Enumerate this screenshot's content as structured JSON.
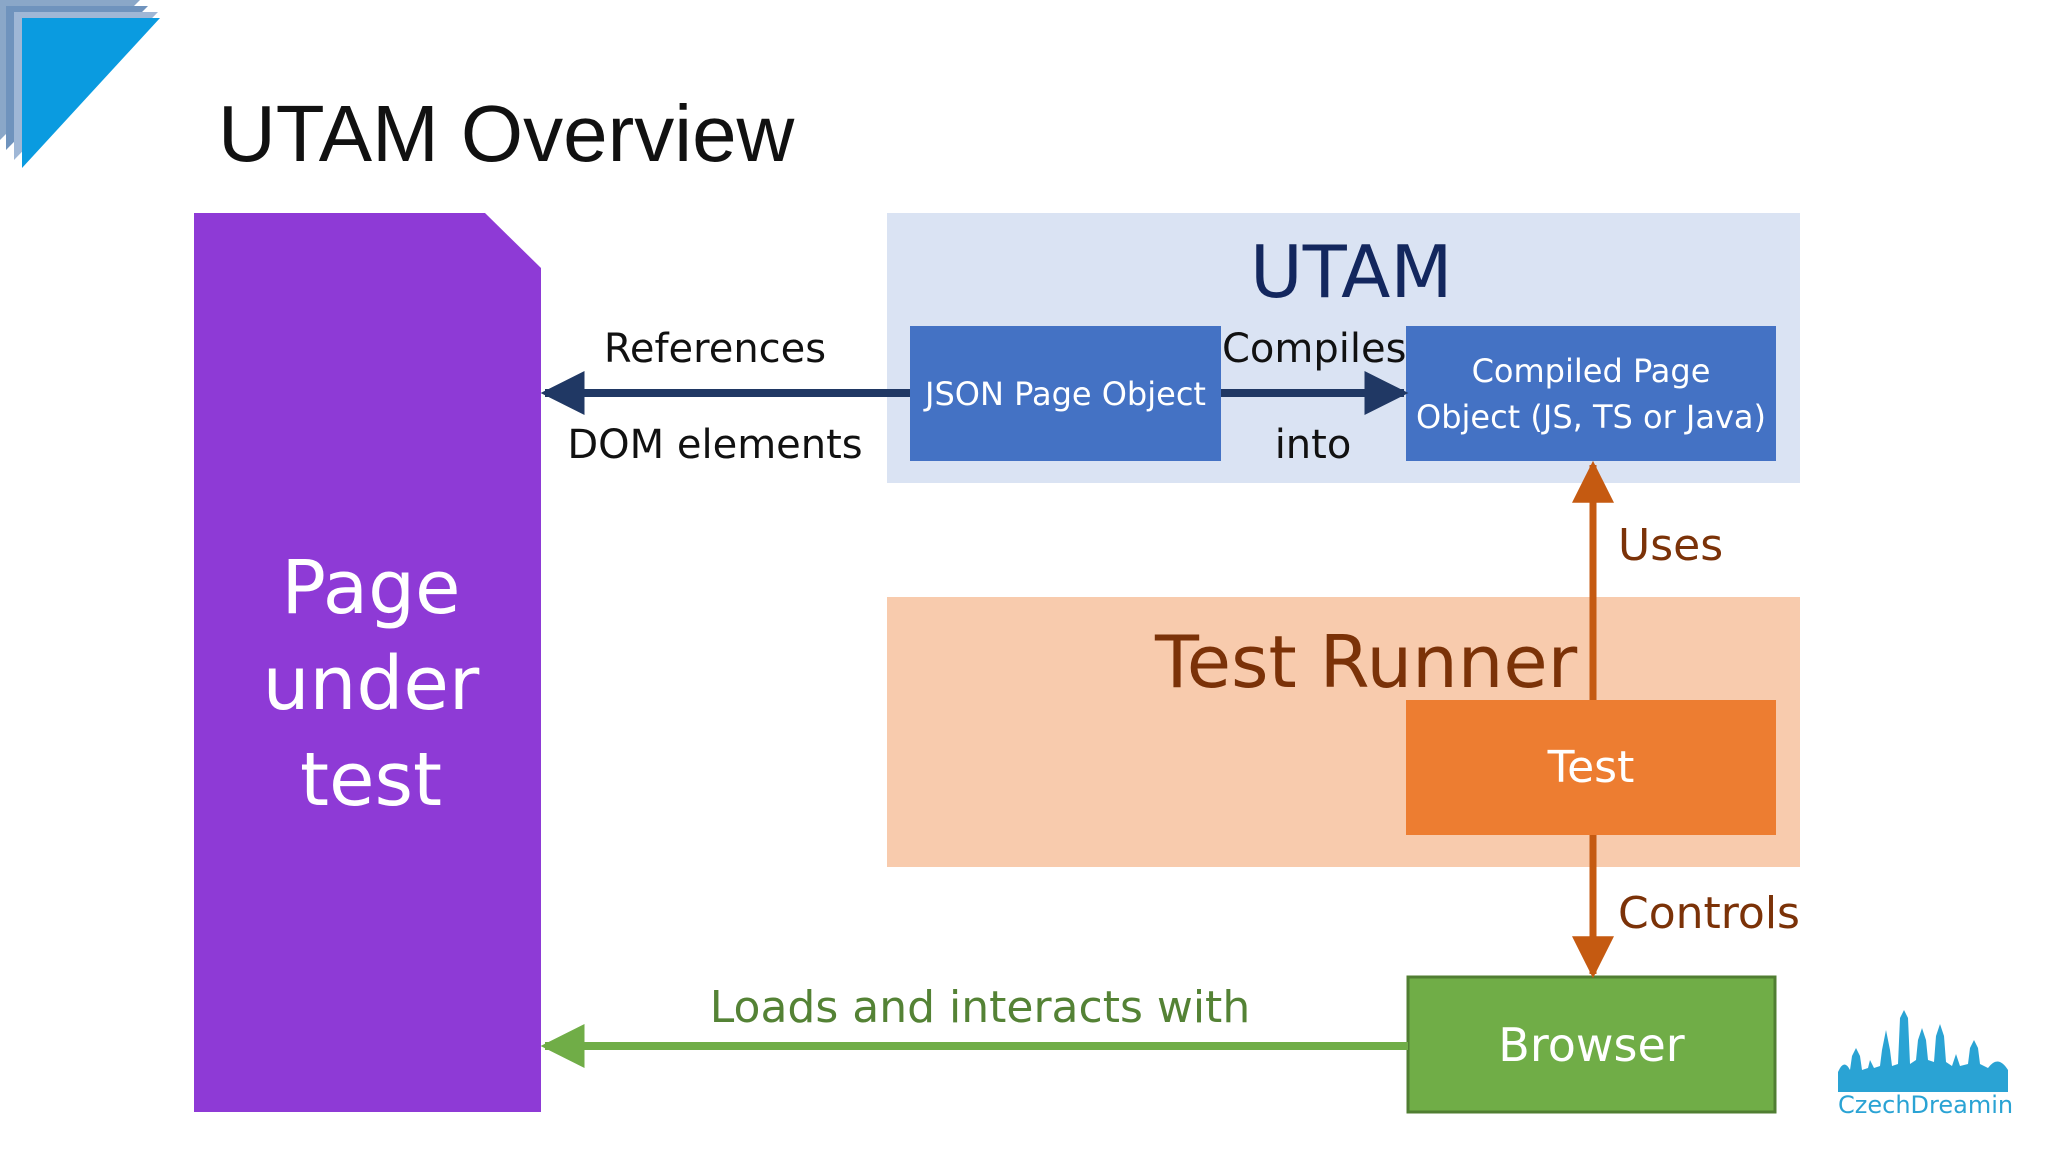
{
  "slide": {
    "title": "UTAM Overview"
  },
  "colors": {
    "purple": "#8e3ad6",
    "utam_panel": "#dae3f3",
    "blue_box": "#4472c4",
    "navy": "#203864",
    "runner_panel": "#f8cbad",
    "orange_box": "#ed7d31",
    "orange_arrow": "#c55a11",
    "green_box": "#70ad47",
    "green_border": "#507e32",
    "logo_blue": "#2aa3d4",
    "corner_blue": "#0a9be0"
  },
  "diagram": {
    "page_under_test": {
      "lines": [
        "Page",
        "under",
        "test"
      ]
    },
    "utam": {
      "title": "UTAM",
      "json_page_object": "JSON Page Object",
      "compiled_page_object": {
        "line1": "Compiled Page",
        "line2": "Object (JS, TS or Java)"
      }
    },
    "test_runner": {
      "title": "Test Runner",
      "test": "Test"
    },
    "browser": "Browser",
    "edges": {
      "references_top": "References",
      "references_bottom": "DOM elements",
      "compiles_top": "Compiles",
      "compiles_bottom": "into",
      "uses": "Uses",
      "controls": "Controls",
      "loads": "Loads and interacts with"
    }
  },
  "logo": {
    "text": "CzechDreamin",
    "icon": "prague-skyline-icon"
  },
  "corner_decoration": {
    "icon": "corner-triangle-icon"
  }
}
